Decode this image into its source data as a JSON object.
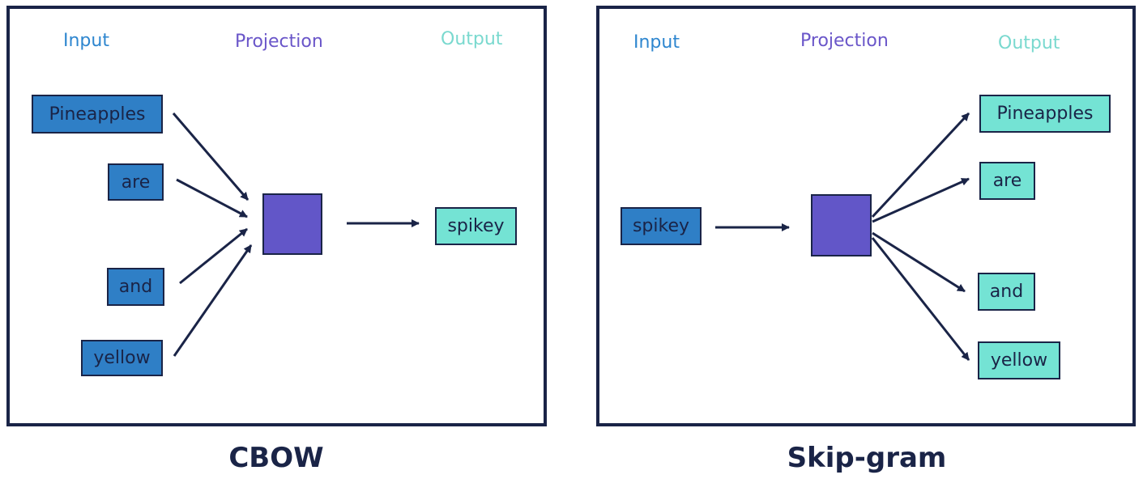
{
  "cbow": {
    "headers": {
      "input": "Input",
      "projection": "Projection",
      "output": "Output"
    },
    "inputs": [
      "Pineapples",
      "are",
      "and",
      "yellow"
    ],
    "output": "spikey",
    "caption": "CBOW"
  },
  "skipgram": {
    "headers": {
      "input": "Input",
      "projection": "Projection",
      "output": "Output"
    },
    "input": "spikey",
    "outputs": [
      "Pineapples",
      "are",
      "and",
      "yellow"
    ],
    "caption": "Skip-gram"
  },
  "colors": {
    "input_word": "#2f7fc6",
    "projection": "#6256c8",
    "output_word": "#74e3d4",
    "border": "#1a2447",
    "header_input": "#2e86cf",
    "header_projection": "#6a56c9",
    "header_output": "#7ad9cf"
  }
}
